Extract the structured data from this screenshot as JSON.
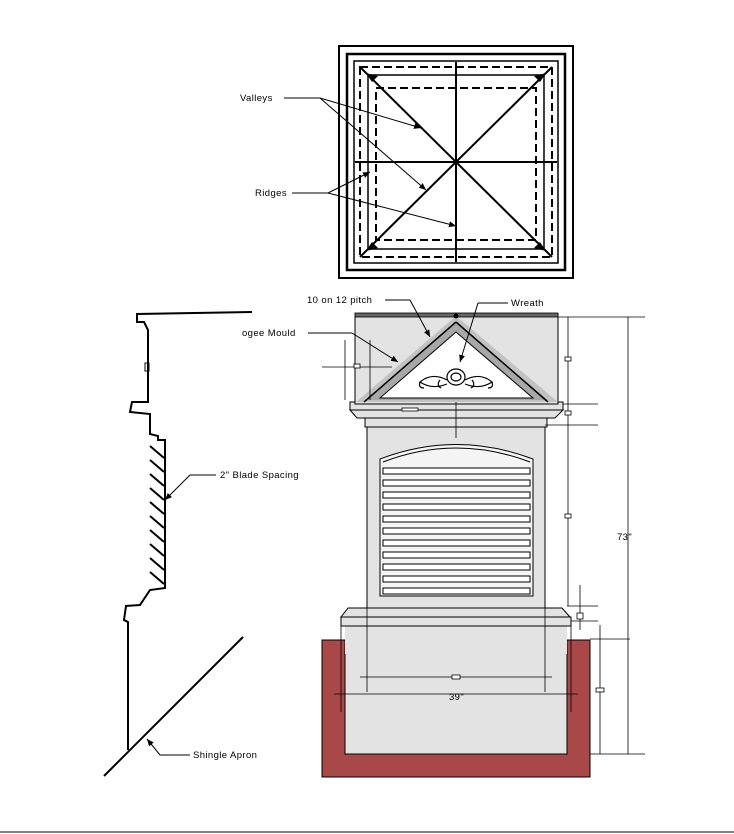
{
  "labels": {
    "valleys": "Valleys",
    "ridges": "Ridges",
    "pitch": "10 on 12 pitch",
    "wreath": "Wreath",
    "ogee": "ogee Mould",
    "blade": "2\" Blade Spacing",
    "apron": "Shingle Apron"
  },
  "dimensions": {
    "height": "73\"",
    "width": "39\""
  },
  "colors": {
    "body_fill": "#e3e3e3",
    "base_fill": "#a84848",
    "line": "#000000"
  }
}
